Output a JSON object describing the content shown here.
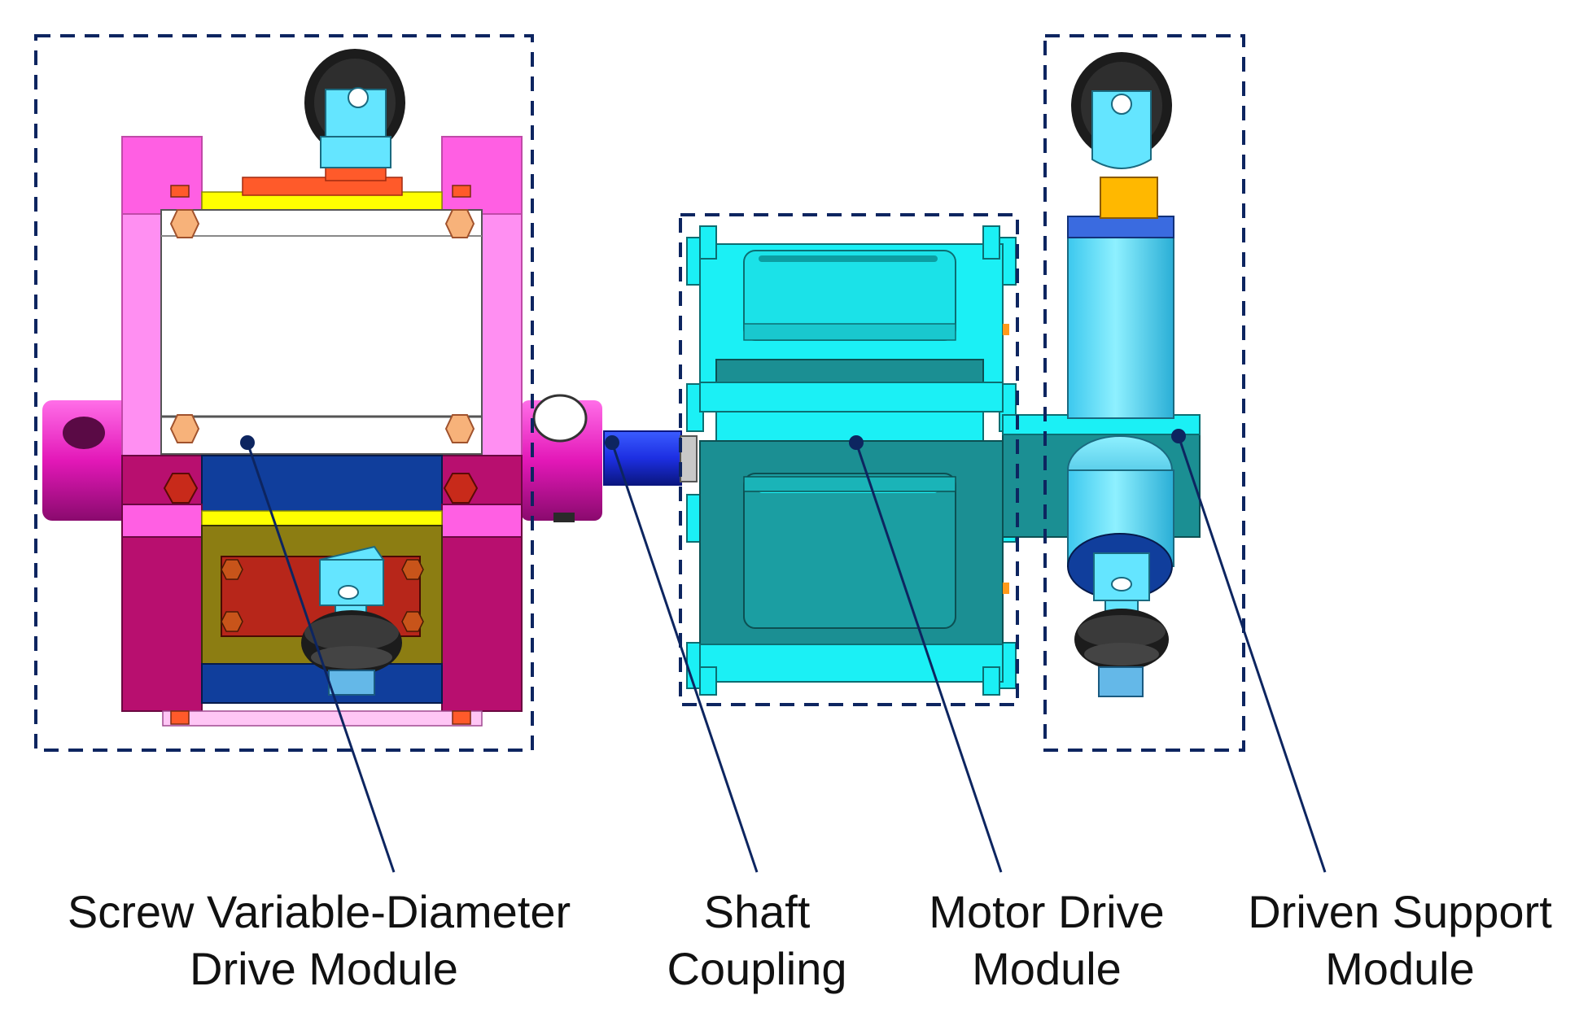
{
  "labels": {
    "screw_module": [
      "Screw Variable-Diameter",
      "Drive Module"
    ],
    "shaft_coupling": [
      "Shaft",
      "Coupling"
    ],
    "motor_module": [
      "Motor Drive",
      "Module"
    ],
    "driven_module": [
      "Driven Support",
      "Module"
    ]
  },
  "colors": {
    "frame_pink": "#ff5fe3",
    "frame_light_pink": "#ff8ff2",
    "frame_dark": "#b80f6f",
    "pipe_magenta": "#e318b8",
    "plate_yellow": "#ffff00",
    "deep_blue": "#103e9c",
    "olive": "#8c7d12",
    "red_block": "#b7261a",
    "wheel_black": "#1c1c1c",
    "bracket_cyan": "#64e5ff",
    "motor_cyan": "#1bf0f5",
    "motor_teal": "#1b8f93",
    "shaft_blue": "#1d2fe2",
    "cylinder_cyan": "#5fdcfa",
    "cap_orange": "#ffb800",
    "bolt_orange": "#f08a55",
    "dashed_navy": "#0d2560"
  },
  "icons": [
    "wheel-top-left",
    "wheel-bottom-left",
    "wheel-top-right",
    "wheel-bottom-right"
  ]
}
